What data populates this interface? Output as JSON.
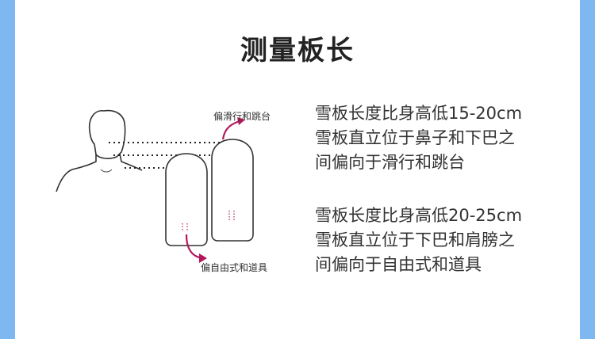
{
  "title": "测量板长",
  "figure": {
    "label_top": "偏滑行和跳台",
    "label_bottom": "偏自由式和道具"
  },
  "sections": [
    {
      "lines": [
        "雪板长度比身高低15-20cm",
        "雪板直立位于鼻子和下巴之",
        "间偏向于滑行和跳台"
      ]
    },
    {
      "lines": [
        "雪板长度比身高低20-25cm",
        "雪板直立位于下巴和肩膀之",
        "间偏向于自由式和道具"
      ]
    }
  ],
  "colors": {
    "background": "#7db8f0",
    "card": "#ffffff",
    "accent": "#b0175a"
  }
}
